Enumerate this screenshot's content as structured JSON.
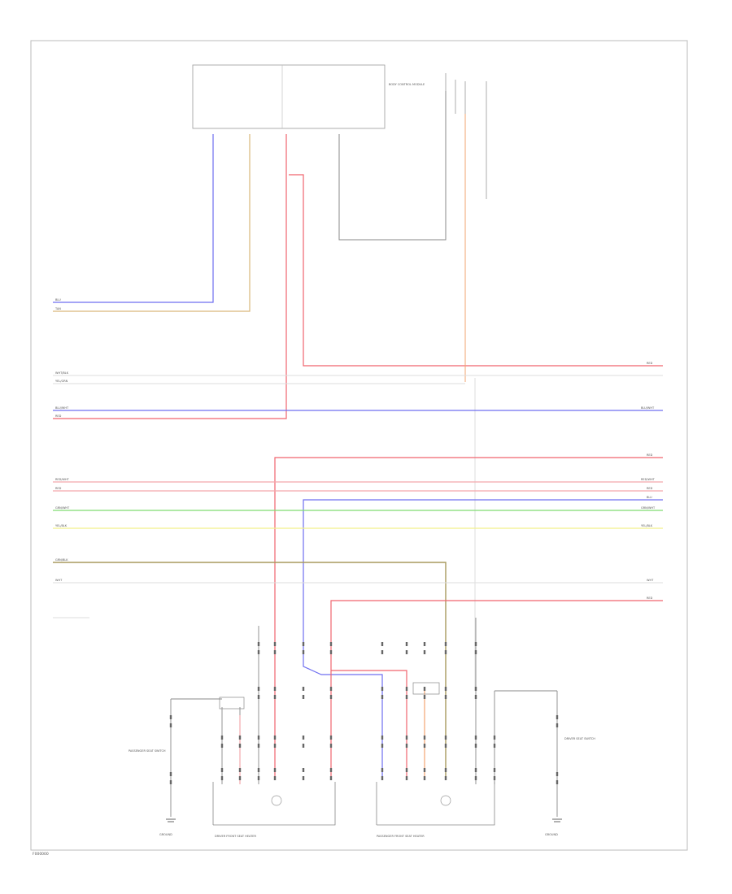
{
  "diagram": {
    "footer_code": "F000000",
    "colors": {
      "blue": "#6f6ff0",
      "tan": "#d9b77a",
      "red": "#f0656e",
      "pink": "#f4a8ac",
      "orange": "#f2a572",
      "green": "#7fdc72",
      "yellow": "#f2f08a",
      "olive": "#a89a5e",
      "light_gray": "#d9d9d9",
      "dark": "#555555"
    },
    "wire_labels": {
      "blu": "BLU",
      "tan": "TAN",
      "red": "RED",
      "wht_blk": "WHT/BLK",
      "yel_grn": "YEL/GRN",
      "blu_wht": "BLU/WHT",
      "red_wht": "RED/WHT",
      "grn_wht": "GRN/WHT",
      "yel_blk": "YEL/BLK",
      "grn_blk": "GRN/BLK",
      "wht": "WHT"
    },
    "components": {
      "top_module": "BODY CONTROL MODULE",
      "left_switch": "PASSENGER SEAT SWITCH",
      "left_ground": "GROUND",
      "right_switch": "DRIVER SEAT SWITCH",
      "right_ground": "GROUND",
      "left_heater": "DRIVER FRONT SEAT HEATER",
      "right_heater": "PASSENGER FRONT SEAT HEATER"
    }
  }
}
